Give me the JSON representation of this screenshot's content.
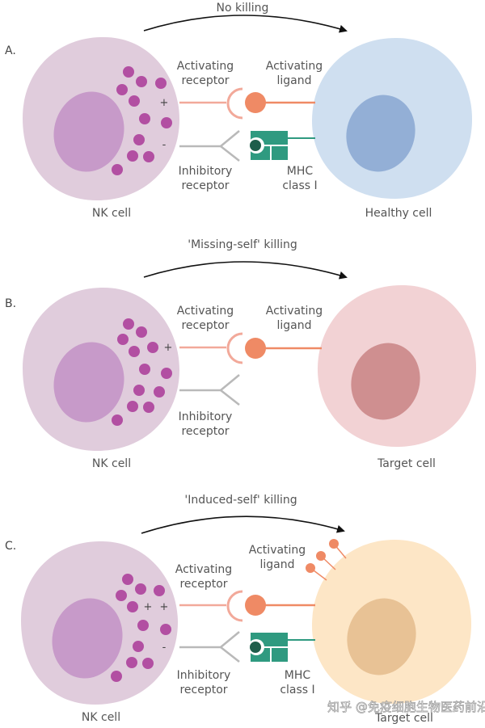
{
  "diagram": {
    "title": "NK cell killing mechanisms",
    "colors": {
      "nk_cell": "#e0ccdc",
      "nk_nucleus": "#c79ac9",
      "granule": "#b24fa2",
      "activating_receptor": "#f2a99a",
      "activating_ligand": "#ef8a65",
      "inhibitory_receptor": "#b9b9b9",
      "mhc": "#2f9a80",
      "mhc_dark": "#1e5e4b",
      "healthy_cell": "#cfdff0",
      "healthy_nucleus": "#93afd6",
      "target_cell_b": "#f2d2d4",
      "target_nucleus_b": "#cf8f90",
      "target_cell_c": "#fde6c6",
      "target_nucleus_c": "#e8c295",
      "arrow": "#111111",
      "text": "#555555"
    },
    "panels": [
      {
        "letter": "A.",
        "outcome": "No killing",
        "nk_label": "NK cell",
        "target_label": "Healthy cell",
        "activating_receptor": [
          "Activating",
          "receptor"
        ],
        "activating_ligand": [
          "Activating",
          "ligand"
        ],
        "inhibitory_receptor": [
          "Inhibitory",
          "receptor"
        ],
        "mhc": [
          "MHC",
          "class I"
        ],
        "signs": [
          "+",
          "-"
        ]
      },
      {
        "letter": "B.",
        "outcome": "'Missing-self' killing",
        "nk_label": "NK cell",
        "target_label": "Target cell",
        "activating_receptor": [
          "Activating",
          "receptor"
        ],
        "activating_ligand": [
          "Activating",
          "ligand"
        ],
        "inhibitory_receptor": [
          "Inhibitory",
          "receptor"
        ],
        "signs": [
          "+"
        ]
      },
      {
        "letter": "C.",
        "outcome": "'Induced-self' killing",
        "nk_label": "NK cell",
        "target_label": "Target cell",
        "activating_receptor": [
          "Activating",
          "receptor"
        ],
        "activating_ligand": [
          "Activating",
          "ligand"
        ],
        "inhibitory_receptor": [
          "Inhibitory",
          "receptor"
        ],
        "mhc": [
          "MHC",
          "class I"
        ],
        "signs": [
          "+",
          "+",
          "-"
        ]
      }
    ],
    "watermark": "知乎 @免疫细胞生物医药前沿"
  }
}
